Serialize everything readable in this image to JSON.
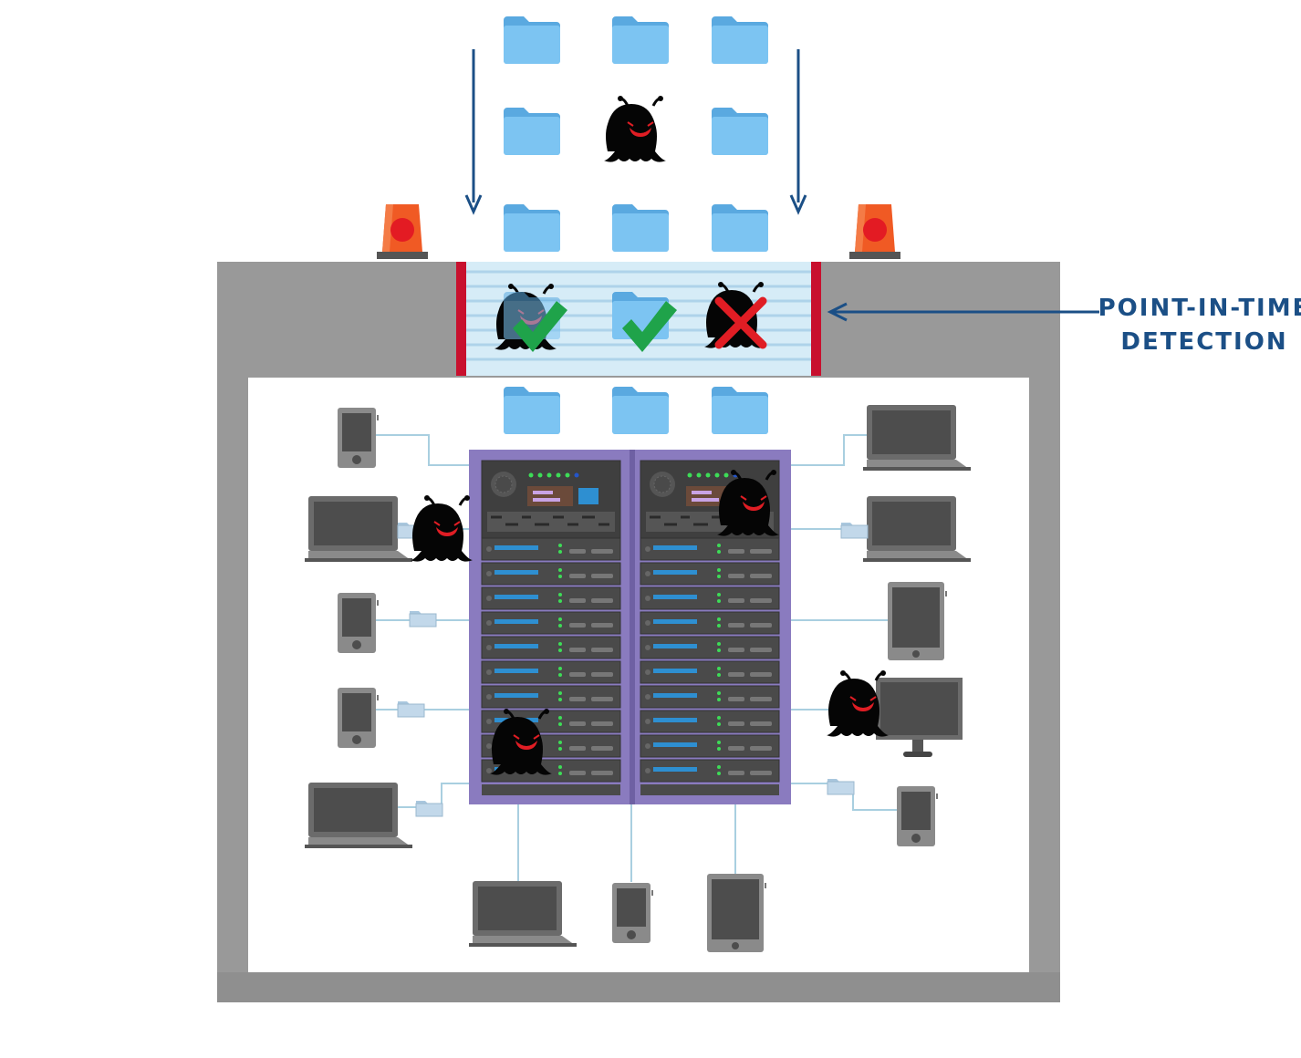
{
  "callout": {
    "line1": "POINT-IN-TIME",
    "line2": "DETECTION"
  },
  "scan_results": [
    {
      "item": "infected-file",
      "result": "pass"
    },
    {
      "item": "clean-file",
      "result": "pass"
    },
    {
      "item": "malware",
      "result": "blocked"
    }
  ],
  "colors": {
    "building_wall": "#999999",
    "building_floor": "#ffffff",
    "rack_frame": "#8a7bbf",
    "folder": "#7cc4f2",
    "folder_dark": "#5aa9e0",
    "malware": "#050505",
    "malware_eyes": "#e01d24",
    "check": "#1fa34a",
    "cross": "#e01d24",
    "gate_post": "#c8102e",
    "gate_glass": "#d6ecf7",
    "alarm": "#f05a24",
    "arrow": "#1b4f86",
    "device": "#4d4d4d",
    "device_body": "#8a8a8a",
    "network_line": "#a9cfe0"
  },
  "icons": [
    "folder-icon",
    "malware-icon",
    "alarm-light-icon",
    "checkmark-icon",
    "cross-icon",
    "server-rack-icon",
    "laptop-icon",
    "tablet-icon",
    "phone-icon",
    "monitor-icon"
  ]
}
